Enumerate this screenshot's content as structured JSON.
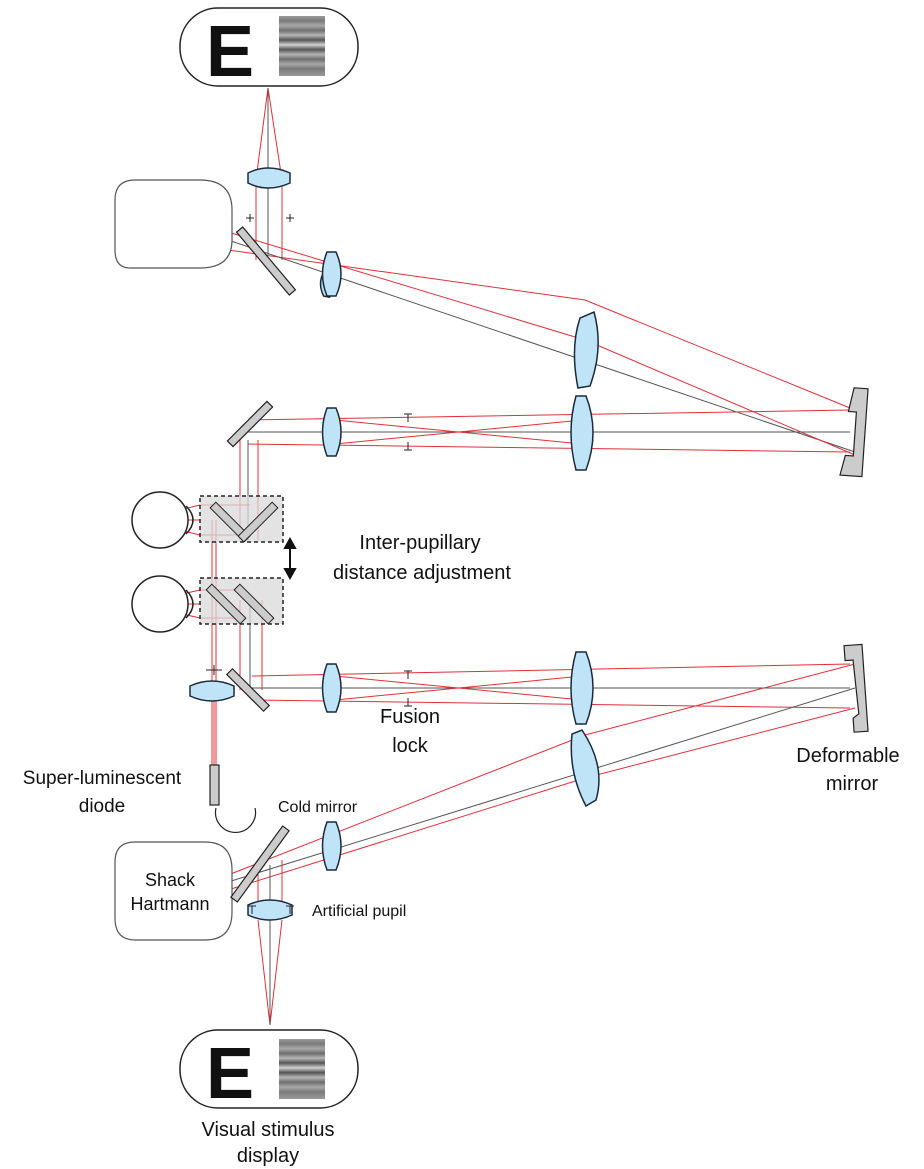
{
  "labels": {
    "interpupillary_1": "Inter-pupillary",
    "interpupillary_2": "distance adjustment",
    "fusion_1": "Fusion",
    "fusion_2": "lock",
    "sld_1": "Super-luminescent",
    "sld_2": "diode",
    "cold_mirror": "Cold mirror",
    "shack_1": "Shack",
    "shack_2": "Hartmann",
    "artificial_pupil": "Artificial pupil",
    "deformable_1": "Deformable",
    "deformable_2": "mirror",
    "stimulus_1": "Visual stimulus",
    "stimulus_2": "display"
  },
  "stimulus_letter": "E",
  "colors": {
    "lens_fill": "#bfe3f7",
    "mirror_fill": "#cccccc",
    "box_fill": "#d9d9d9",
    "ray_red": "#e0303a",
    "ray_gray": "#555555"
  }
}
